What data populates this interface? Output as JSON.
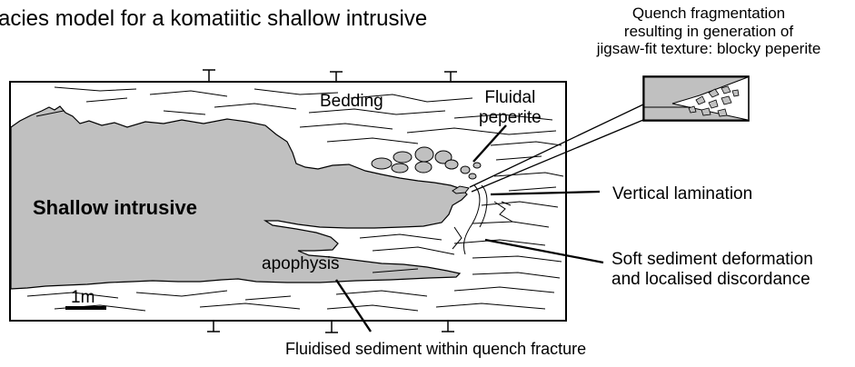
{
  "title": "acies model for a komatiitic shallow intrusive",
  "labels": {
    "bedding": "Bedding",
    "fluidal_peperite": "Fluidal\npeperite",
    "shallow_intrusive": "Shallow intrusive",
    "apophysis": "apophysis",
    "scale_bar": "1m",
    "quench_fragmentation": "Quench fragmentation\nresulting in generation of\njigsaw-fit texture: blocky peperite",
    "vertical_lamination": "Vertical lamination",
    "soft_sediment": "Soft sediment deformation\nand localised discordance",
    "fluidised_sediment": "Fluidised sediment within quench fracture"
  },
  "colors": {
    "intrusive_fill": "#c0c0c0",
    "line": "#000000",
    "background": "#ffffff"
  }
}
